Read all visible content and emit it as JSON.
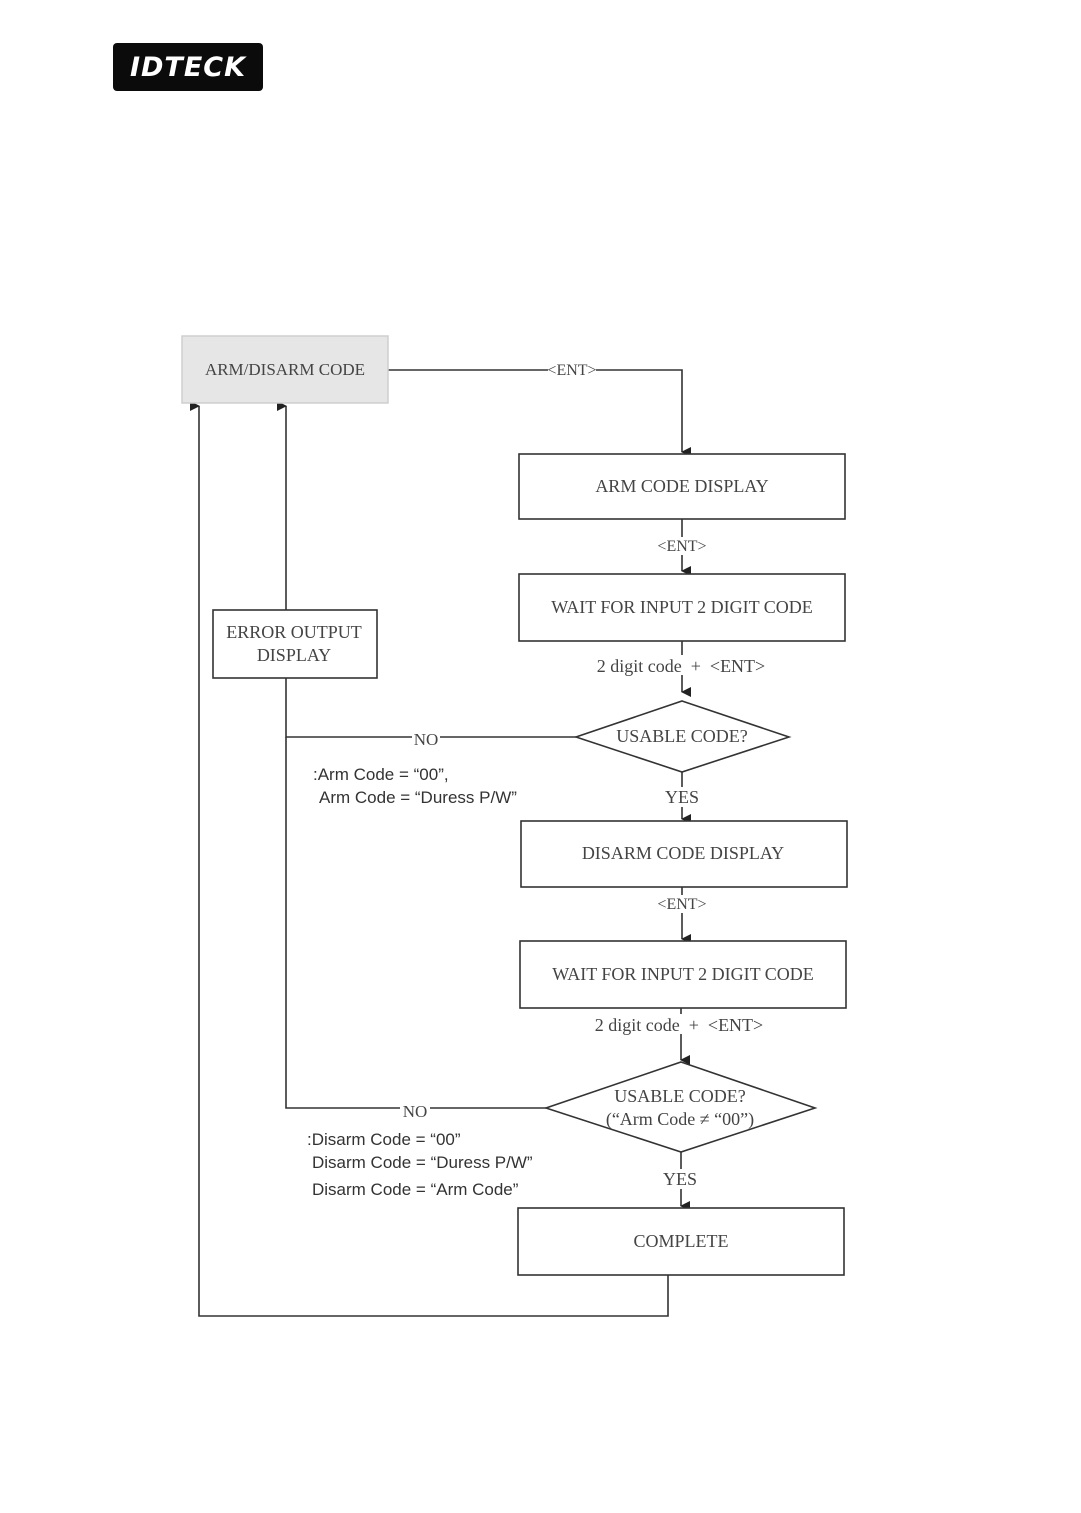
{
  "logo": {
    "text": "IDTECK"
  },
  "nodes": {
    "start": "ARM/DISARM CODE",
    "arm_display": "ARM CODE DISPLAY",
    "wait_arm": "WAIT FOR INPUT 2 DIGIT CODE",
    "usable_arm": "USABLE CODE?",
    "disarm_display": "DISARM CODE DISPLAY",
    "wait_disarm": "WAIT FOR INPUT 2 DIGIT CODE",
    "usable_disarm_line1": "USABLE CODE?",
    "usable_disarm_line2": "(“Arm Code ≠ “00”)",
    "complete": "COMPLETE",
    "error_line1": "ERROR OUTPUT",
    "error_line2": "DISPLAY"
  },
  "edges": {
    "ent_top": "<ENT>",
    "ent_arm": "<ENT>",
    "digit_arm": "2 digit code  +  <ENT>",
    "no_arm": "NO",
    "yes_arm": "YES",
    "ent_disarm": "<ENT>",
    "digit_disarm": "2 digit code  +  <ENT>",
    "no_disarm": "NO",
    "yes_disarm": "YES"
  },
  "notes": {
    "arm_line1": ":Arm Code = “00”,",
    "arm_line2": "Arm Code = “Duress P/W”",
    "disarm_line1": ":Disarm Code = “00”",
    "disarm_line2": "Disarm Code = “Duress P/W”",
    "disarm_line3": "Disarm Code = “Arm Code”"
  },
  "colors": {
    "start_fill": "#e6e6e6",
    "line": "#333333"
  }
}
